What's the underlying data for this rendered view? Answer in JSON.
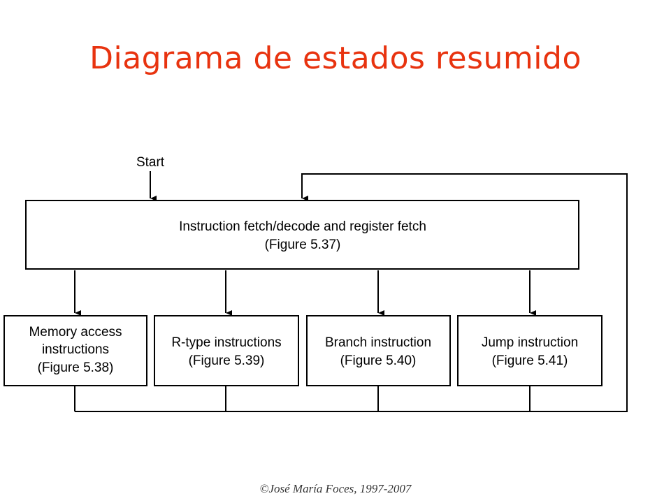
{
  "title": "Diagrama de estados resumido",
  "start_label": "Start",
  "fetch_box": {
    "line1": "Instruction fetch/decode and register fetch",
    "line2": "(Figure 5.37)"
  },
  "boxes": [
    {
      "lines": [
        "Memory access",
        "instructions",
        "(Figure 5.38)"
      ]
    },
    {
      "lines": [
        "R-type instructions",
        "(Figure 5.39)"
      ]
    },
    {
      "lines": [
        "Branch instruction",
        "(Figure 5.40)"
      ]
    },
    {
      "lines": [
        "Jump instruction",
        "(Figure 5.41)"
      ]
    }
  ],
  "footer": "©José María Foces, 1997-2007",
  "colors": {
    "title": "#e8330f",
    "lines": "#000000"
  }
}
